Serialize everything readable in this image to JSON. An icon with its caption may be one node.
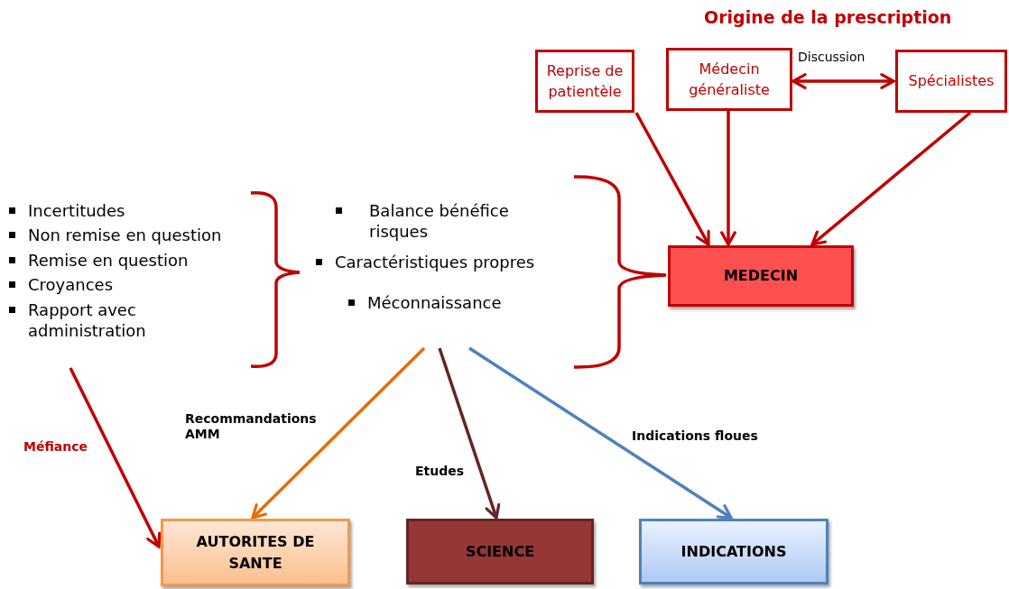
{
  "diagram": {
    "title": "Origine de la prescription",
    "nodes": [
      {
        "text": [
          "Reprise de patientèle"
        ]
      },
      {
        "text": [
          "Médecin généraliste"
        ]
      },
      {
        "text": [
          "Spécialistes"
        ]
      },
      {
        "text": [
          "MEDECIN"
        ]
      },
      {
        "text": [
          "Incertitudes",
          "Non remise en question",
          "Remise en question",
          "Croyances",
          "Rapport avec administration"
        ]
      },
      {
        "text": [
          "Balance bénéfice risques",
          "Caractéristiques propres",
          "Méconnaissance"
        ]
      },
      {
        "text": [
          "AUTORITES DE SANTE"
        ]
      },
      {
        "text": [
          "SCIENCE"
        ]
      },
      {
        "text": [
          "INDICATIONS"
        ]
      }
    ],
    "edges": [
      {
        "from": 0,
        "to": 3,
        "arrow": "to"
      },
      {
        "from": 1,
        "to": 3,
        "arrow": "to"
      },
      {
        "from": 2,
        "to": 3,
        "arrow": "to"
      },
      {
        "from": 1,
        "to": 2,
        "arrow": "both",
        "label": "Discussion"
      },
      {
        "from": 4,
        "to": 6,
        "arrow": "to",
        "label": "Méfiance"
      },
      {
        "from": 5,
        "to": 6,
        "arrow": "to",
        "label": "Recommandations AMM",
        "color": "#e46c0a"
      },
      {
        "from": 5,
        "to": 7,
        "arrow": "to",
        "label": "Etudes",
        "color": "#632523"
      },
      {
        "from": 5,
        "to": 8,
        "arrow": "to",
        "label": "Indications floues",
        "color": "#4f81bd"
      }
    ]
  }
}
